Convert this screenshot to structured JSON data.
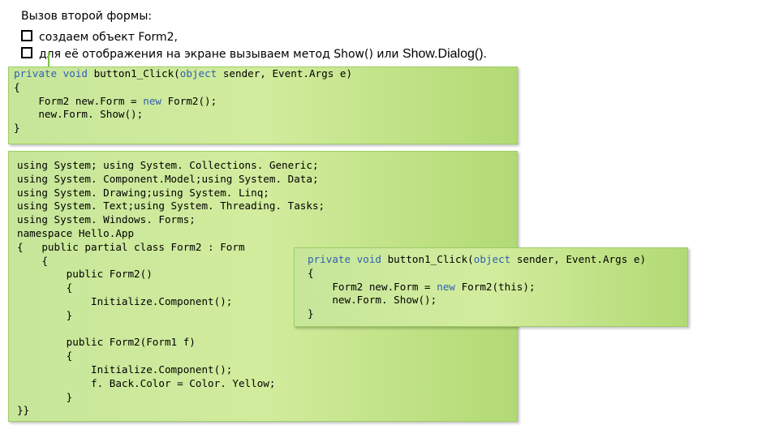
{
  "heading": "Вызов второй формы:",
  "bullets": [
    "создаем объект Form2,",
    "для её отображения на экране вызываем метод Show() или ",
    "Show.Dialog()."
  ],
  "box1": [
    [
      "private void",
      " button1_Click(",
      "object",
      " sender, Event.Args e)"
    ],
    [
      "{"
    ],
    [
      "    Form2 new.Form = ",
      "new",
      " Form2();"
    ],
    [
      "    new.Form. Show();"
    ],
    [
      "}"
    ]
  ],
  "box2": [
    "using System; using System. Collections. Generic;",
    "using System. Component.Model;using System. Data;",
    "using System. Drawing;using System. Linq;",
    "using System. Text;using System. Threading. Tasks;",
    "using System. Windows. Forms;",
    "namespace Hello.App",
    "{   public partial class Form2 : Form",
    "    {",
    "        public Form2()",
    "        {",
    "            Initialize.Component();",
    "        }",
    "",
    "        public Form2(Form1 f)",
    "        {",
    "            Initialize.Component();",
    "            f. Back.Color = Color. Yellow;",
    "        }",
    "}}"
  ],
  "box3": [
    [
      "private void",
      " button1_Click(",
      "object",
      " sender, Event.Args e)"
    ],
    [
      "{"
    ],
    [
      "    Form2 new.Form = ",
      "new",
      " Form2(this);"
    ],
    [
      "    new.Form. Show();"
    ],
    [
      "}"
    ]
  ]
}
